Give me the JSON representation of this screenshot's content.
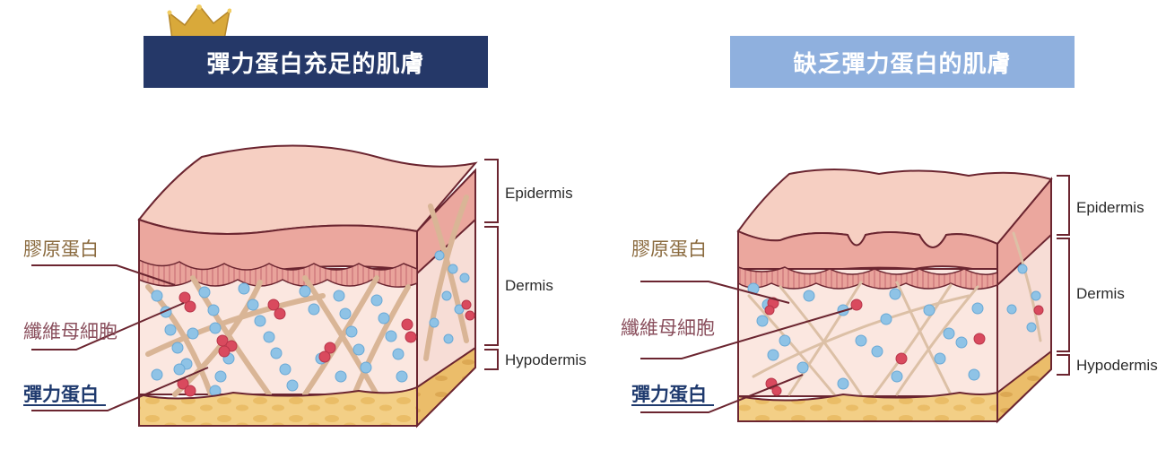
{
  "panels": {
    "left": {
      "title": "彈力蛋白充足的肌膚",
      "labels": {
        "collagen": "膠原蛋白",
        "fibroblast": "纖維母細胞",
        "elastin": "彈力蛋白"
      },
      "layers": {
        "epidermis": "Epidermis",
        "dermis": "Dermis",
        "hypodermis": "Hypodermis"
      }
    },
    "right": {
      "title": "缺乏彈力蛋白的肌膚",
      "labels": {
        "collagen": "膠原蛋白",
        "fibroblast": "纖維母細胞",
        "elastin": "彈力蛋白"
      },
      "layers": {
        "epidermis": "Epidermis",
        "dermis": "Dermis",
        "hypodermis": "Hypodermis"
      }
    }
  },
  "colors": {
    "banner_left": "#253868",
    "banner_right": "#8fb0de",
    "outline": "#6b2530",
    "epidermis_top": "#f6cfc2",
    "epidermis_mid": "#eba79e",
    "dermis": "#fbe7e0",
    "hypodermis": "#f3cf86",
    "collagen_fiber": "#d9b596",
    "elastin_dot": "#8fc3e6",
    "fibroblast_dot": "#d94a5e",
    "crown": "#d9a93a"
  },
  "icons": {
    "crown": "crown-icon"
  }
}
